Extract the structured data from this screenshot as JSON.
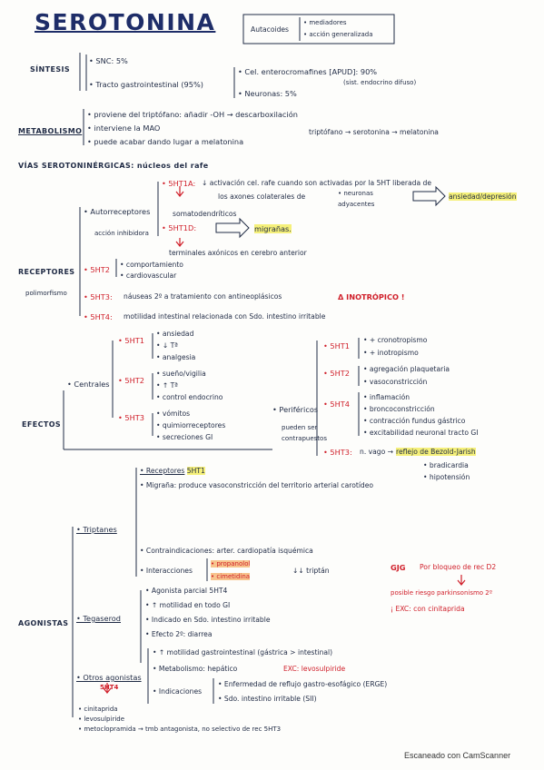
{
  "title": "SEROTONINA",
  "autacoides": {
    "label": "Autacoides",
    "items": [
      "• mediadores",
      "• acción generalizada"
    ]
  },
  "sintesis": {
    "label": "SÍNTESIS",
    "snc": "• SNC: 5%",
    "tracto": "• Tracto gastrointestinal (95%)",
    "cel": "• Cel. enterocromafines [APUD]: 90%",
    "cel_note": "(sist. endocrino difuso)",
    "neuronas": "• Neuronas: 5%"
  },
  "metabolismo": {
    "label": "METABOLISMO",
    "items": [
      "• proviene del triptófano: añadir -OH → descarboxilación",
      "• interviene la MAO",
      "• puede acabar dando lugar a melatonina"
    ],
    "path": "triptófano → serotonina → melatonina"
  },
  "vias": "VÍAS SEROTONINÉRGICAS: núcleos del rafe",
  "receptores": {
    "label": "RECEPTORES",
    "sub": "polimorfismo",
    "autorreceptores": "• Autorreceptores",
    "acc_inhib": "acción inhibidora",
    "r1a": "• 5HT1A:",
    "r1a_text1": "↓ activación cel. rafe cuando son activadas por la 5HT liberada de",
    "r1a_text2": "los axones colaterales de",
    "r1a_neu": "• neuronas",
    "r1a_ady": "adyacentes",
    "r1a_result": "ansiedad/depresión",
    "somato": "somatodendríticos",
    "r1d": "• 5HT1D:",
    "migranas": "migrañas.",
    "terminales": "terminales axónicos en cerebro anterior",
    "r2": "• 5HT2",
    "r2_items": [
      "• comportamiento",
      "• cardiovascular"
    ],
    "r3": "• 5HT3:",
    "r3_text": "náuseas 2º a tratamiento con antineoplásicos",
    "inotropico": "Δ INOTRÓPICO !",
    "r4": "• 5HT4:",
    "r4_text": "motilidad intestinal relacionada con Sdo. intestino irritable"
  },
  "efectos": {
    "label": "EFECTOS",
    "centrales": "• Centrales",
    "c1": "• 5HT1",
    "c1_items": [
      "• ansiedad",
      "• ↓ Tª",
      "• analgesia"
    ],
    "c2": "• 5HT2",
    "c2_items": [
      "• sueño/vigilia",
      "• ↑ Tª",
      "• control endocrino"
    ],
    "c3": "• 5HT3",
    "c3_items": [
      "• vómitos",
      "• quimiorreceptores",
      "• secreciones GI"
    ],
    "perifericos": "• Periféricos",
    "peri_note1": "pueden ser",
    "peri_note2": "contrapuestos",
    "p1": "• 5HT1",
    "p1_items": [
      "• + cronotropismo",
      "• + inotropismo"
    ],
    "p2": "• 5HT2",
    "p2_items": [
      "• agregación plaquetaria",
      "• vasoconstricción"
    ],
    "p4": "• 5HT4",
    "p4_items": [
      "• inflamación",
      "• broncoconstricción",
      "• contracción fundus gástrico",
      "• excitabilidad neuronal tracto GI"
    ],
    "p3": "• 5HT3:",
    "p3_text": "n. vago →",
    "p3_reflex": "reflejo de Bezold-Jarish",
    "p3_items": [
      "• bradicardia",
      "• hipotensión"
    ]
  },
  "agonistas": {
    "label": "AGONISTAS",
    "triptanes": "• Triptanes",
    "t_receptores": "• Receptores",
    "t_receptores_hl": "5HT1",
    "t_migrana": "• Migraña: produce vasoconstricción del territorio arterial carotídeo",
    "t_contra": "• Contraindicaciones: arter. cardiopatía isquémica",
    "t_inter": "• Interacciones",
    "t_inter_items": [
      "• propanolol",
      "• cimetidina"
    ],
    "t_inter_result": "↓↓ triptán",
    "note_mark": "GJG",
    "note1": "Por bloqueo de rec D2",
    "note2": "posible riesgo parkinsonismo 2º",
    "note3": "¡ EXC: con cinitaprida",
    "tegaserod": "• Tegaserod",
    "teg_items": [
      "• Agonista parcial 5HT4",
      "• ↑ motilidad en todo GI",
      "• Indicado en Sdo. intestino irritable",
      "• Efecto 2º: diarrea"
    ],
    "otros": "• Otros agonistas",
    "otros_sub": "5HT4",
    "o_items": [
      "• ↑ motilidad gastrointestinal (gástrica > intestinal)"
    ],
    "o_metab": "• Metabolismo: hepático",
    "o_exc": "EXC: levosulpiride",
    "o_indic": "• Indicaciones",
    "o_indic_items": [
      "• Enfermedad de reflujo gastro-esofágico (ERGE)",
      "• Sdo. intestino irritable (SII)"
    ],
    "list": [
      "• cinitaprida",
      "• levosulpiride",
      "• metoclopramida → tmb antagonista, no selectivo de rec 5HT3"
    ]
  },
  "footer": "Escaneado con CamScanner"
}
